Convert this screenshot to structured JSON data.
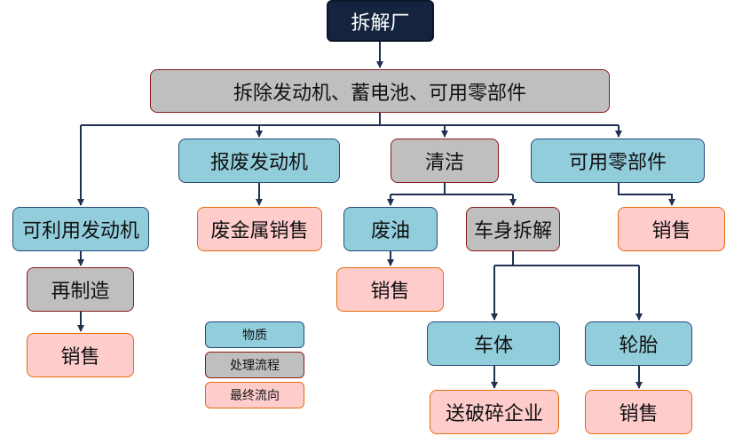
{
  "nodes": {
    "root": "拆解厂",
    "dismantle": "拆除发动机、蓄电池、可用零部件",
    "scrap_engine": "报废发动机",
    "clean": "清洁",
    "usable_parts": "可用零部件",
    "usable_engine": "可利用发动机",
    "scrap_metal_sale": "废金属销售",
    "waste_oil": "废油",
    "body_dismantle": "车身拆解",
    "sales_parts": "销售",
    "remanufacture": "再制造",
    "sales_oil": "销售",
    "sales_engine": "销售",
    "car_body": "车体",
    "tires": "轮胎",
    "crushing": "送破碎企业",
    "sales_tires": "销售"
  },
  "legend": {
    "material": "物质",
    "process": "处理流程",
    "final": "最终流向"
  },
  "colors": {
    "dark_navy": "#14243f",
    "process_gray": "#bfbfbf",
    "material_blue": "#92cddc",
    "final_pink": "#ffcccc",
    "arrow": "#1f3050"
  }
}
